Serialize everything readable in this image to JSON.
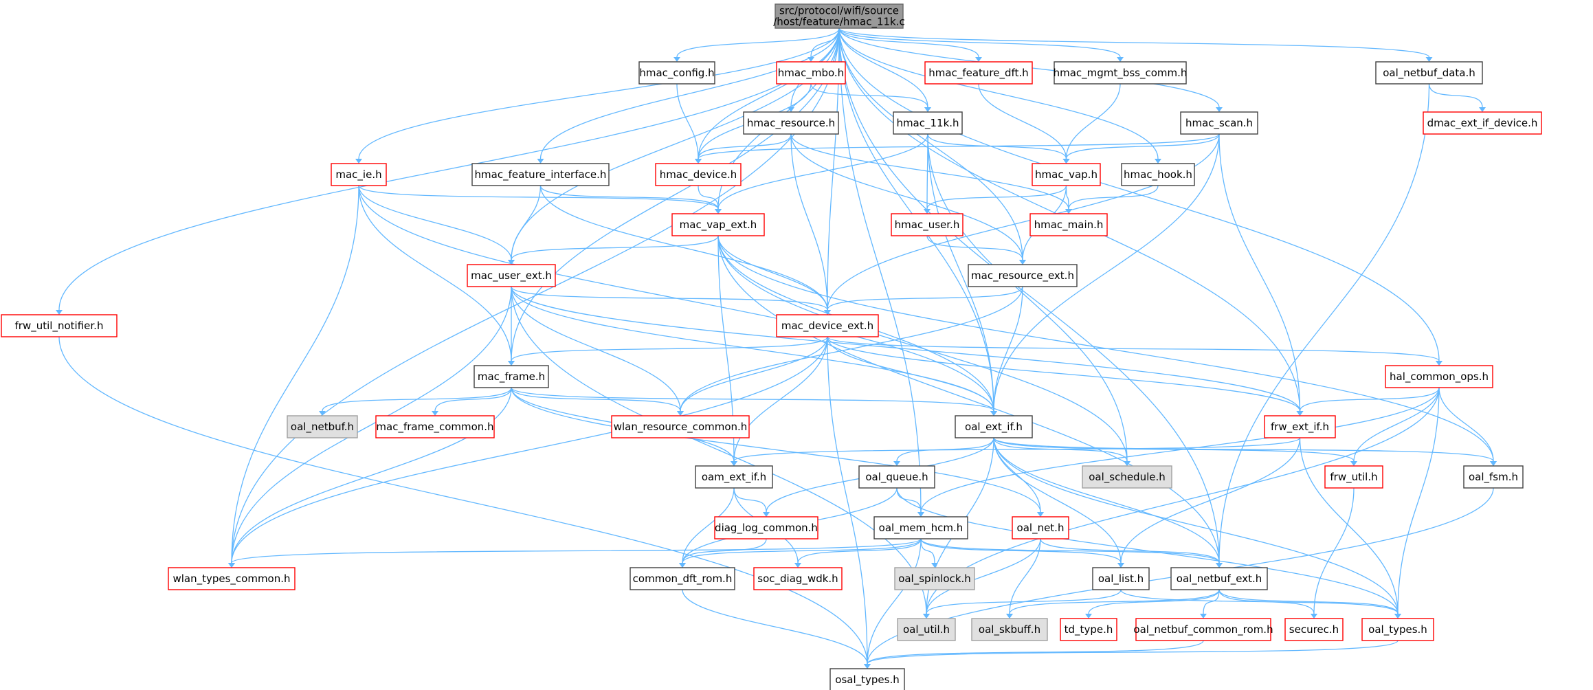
{
  "diagram": {
    "nodes": [
      {
        "id": "root",
        "lines": [
          "src/protocol/wifi/source",
          "/host/feature/hmac_11k.c"
        ],
        "style": "root"
      },
      {
        "id": "hmac_config",
        "lines": [
          "hmac_config.h"
        ],
        "style": "normal"
      },
      {
        "id": "hmac_mbo",
        "lines": [
          "hmac_mbo.h"
        ],
        "style": "red"
      },
      {
        "id": "hmac_feature_dft",
        "lines": [
          "hmac_feature_dft.h"
        ],
        "style": "red"
      },
      {
        "id": "hmac_mgmt_bss_comm",
        "lines": [
          "hmac_mgmt_bss_comm.h"
        ],
        "style": "normal"
      },
      {
        "id": "oal_netbuf_data",
        "lines": [
          "oal_netbuf_data.h"
        ],
        "style": "normal"
      },
      {
        "id": "dmac_ext_if_device",
        "lines": [
          "dmac_ext_if_device.h"
        ],
        "style": "red"
      },
      {
        "id": "hmac_resource",
        "lines": [
          "hmac_resource.h"
        ],
        "style": "normal"
      },
      {
        "id": "hmac_11k",
        "lines": [
          "hmac_11k.h"
        ],
        "style": "normal"
      },
      {
        "id": "hmac_scan",
        "lines": [
          "hmac_scan.h"
        ],
        "style": "normal"
      },
      {
        "id": "mac_ie",
        "lines": [
          "mac_ie.h"
        ],
        "style": "red"
      },
      {
        "id": "hmac_feature_interface",
        "lines": [
          "hmac_feature_interface.h"
        ],
        "style": "normal"
      },
      {
        "id": "hmac_device",
        "lines": [
          "hmac_device.h"
        ],
        "style": "red"
      },
      {
        "id": "hmac_vap",
        "lines": [
          "hmac_vap.h"
        ],
        "style": "red"
      },
      {
        "id": "hmac_hook",
        "lines": [
          "hmac_hook.h"
        ],
        "style": "normal"
      },
      {
        "id": "mac_vap_ext",
        "lines": [
          "mac_vap_ext.h"
        ],
        "style": "red"
      },
      {
        "id": "hmac_user",
        "lines": [
          "hmac_user.h"
        ],
        "style": "red"
      },
      {
        "id": "hmac_main",
        "lines": [
          "hmac_main.h"
        ],
        "style": "red"
      },
      {
        "id": "mac_user_ext",
        "lines": [
          "mac_user_ext.h"
        ],
        "style": "red"
      },
      {
        "id": "mac_resource_ext",
        "lines": [
          "mac_resource_ext.h"
        ],
        "style": "normal"
      },
      {
        "id": "frw_util_notifier",
        "lines": [
          "frw_util_notifier.h"
        ],
        "style": "red"
      },
      {
        "id": "mac_device_ext",
        "lines": [
          "mac_device_ext.h"
        ],
        "style": "red"
      },
      {
        "id": "mac_frame",
        "lines": [
          "mac_frame.h"
        ],
        "style": "normal"
      },
      {
        "id": "hal_common_ops",
        "lines": [
          "hal_common_ops.h"
        ],
        "style": "red"
      },
      {
        "id": "oal_netbuf",
        "lines": [
          "oal_netbuf.h"
        ],
        "style": "gray"
      },
      {
        "id": "mac_frame_common",
        "lines": [
          "mac_frame_common.h"
        ],
        "style": "red"
      },
      {
        "id": "wlan_resource_common",
        "lines": [
          "wlan_resource_common.h"
        ],
        "style": "red"
      },
      {
        "id": "oal_ext_if",
        "lines": [
          "oal_ext_if.h"
        ],
        "style": "normal"
      },
      {
        "id": "frw_ext_if",
        "lines": [
          "frw_ext_if.h"
        ],
        "style": "red"
      },
      {
        "id": "oam_ext_if",
        "lines": [
          "oam_ext_if.h"
        ],
        "style": "normal"
      },
      {
        "id": "oal_queue",
        "lines": [
          "oal_queue.h"
        ],
        "style": "normal"
      },
      {
        "id": "oal_schedule",
        "lines": [
          "oal_schedule.h"
        ],
        "style": "gray"
      },
      {
        "id": "frw_util",
        "lines": [
          "frw_util.h"
        ],
        "style": "red"
      },
      {
        "id": "oal_fsm",
        "lines": [
          "oal_fsm.h"
        ],
        "style": "normal"
      },
      {
        "id": "diag_log_common",
        "lines": [
          "diag_log_common.h"
        ],
        "style": "red"
      },
      {
        "id": "oal_mem_hcm",
        "lines": [
          "oal_mem_hcm.h"
        ],
        "style": "normal"
      },
      {
        "id": "oal_net",
        "lines": [
          "oal_net.h"
        ],
        "style": "red"
      },
      {
        "id": "wlan_types_common",
        "lines": [
          "wlan_types_common.h"
        ],
        "style": "red"
      },
      {
        "id": "common_dft_rom",
        "lines": [
          "common_dft_rom.h"
        ],
        "style": "normal"
      },
      {
        "id": "soc_diag_wdk",
        "lines": [
          "soc_diag_wdk.h"
        ],
        "style": "red"
      },
      {
        "id": "oal_spinlock",
        "lines": [
          "oal_spinlock.h"
        ],
        "style": "gray"
      },
      {
        "id": "oal_list",
        "lines": [
          "oal_list.h"
        ],
        "style": "normal"
      },
      {
        "id": "oal_netbuf_ext",
        "lines": [
          "oal_netbuf_ext.h"
        ],
        "style": "normal"
      },
      {
        "id": "oal_util",
        "lines": [
          "oal_util.h"
        ],
        "style": "gray"
      },
      {
        "id": "oal_skbuff",
        "lines": [
          "oal_skbuff.h"
        ],
        "style": "gray"
      },
      {
        "id": "td_type",
        "lines": [
          "td_type.h"
        ],
        "style": "red"
      },
      {
        "id": "oal_netbuf_common_rom",
        "lines": [
          "oal_netbuf_common_rom.h"
        ],
        "style": "red"
      },
      {
        "id": "securec",
        "lines": [
          "securec.h"
        ],
        "style": "red"
      },
      {
        "id": "oal_types",
        "lines": [
          "oal_types.h"
        ],
        "style": "red"
      },
      {
        "id": "osal_types",
        "lines": [
          "osal_types.h"
        ],
        "style": "normal"
      }
    ],
    "edges": [
      [
        "root",
        "hmac_config"
      ],
      [
        "root",
        "hmac_mbo"
      ],
      [
        "root",
        "hmac_feature_dft"
      ],
      [
        "root",
        "hmac_mgmt_bss_comm"
      ],
      [
        "root",
        "oal_netbuf_data"
      ],
      [
        "root",
        "hmac_resource"
      ],
      [
        "root",
        "hmac_11k"
      ],
      [
        "root",
        "hmac_scan"
      ],
      [
        "root",
        "mac_ie"
      ],
      [
        "root",
        "hmac_feature_interface"
      ],
      [
        "root",
        "hmac_device"
      ],
      [
        "root",
        "mac_vap_ext"
      ],
      [
        "root",
        "hmac_hook"
      ],
      [
        "root",
        "mac_user_ext"
      ],
      [
        "root",
        "mac_resource_ext"
      ],
      [
        "root",
        "frw_util_notifier"
      ],
      [
        "root",
        "mac_device_ext"
      ],
      [
        "root",
        "mac_frame"
      ],
      [
        "root",
        "hal_common_ops"
      ],
      [
        "root",
        "oal_ext_if"
      ],
      [
        "root",
        "frw_ext_if"
      ],
      [
        "root",
        "wlan_types_common"
      ],
      [
        "root",
        "oal_mem_hcm"
      ],
      [
        "root",
        "oal_netbuf_ext"
      ],
      [
        "hmac_config",
        "hmac_device"
      ],
      [
        "hmac_mbo",
        "hmac_device"
      ],
      [
        "hmac_mbo",
        "hmac_11k"
      ],
      [
        "hmac_feature_dft",
        "hmac_vap"
      ],
      [
        "hmac_mgmt_bss_comm",
        "hmac_vap"
      ],
      [
        "oal_netbuf_data",
        "dmac_ext_if_device"
      ],
      [
        "oal_netbuf_data",
        "oal_netbuf_ext"
      ],
      [
        "hmac_resource",
        "hmac_device"
      ],
      [
        "hmac_resource",
        "hmac_main"
      ],
      [
        "hmac_resource",
        "mac_resource_ext"
      ],
      [
        "hmac_resource",
        "mac_device_ext"
      ],
      [
        "hmac_11k",
        "hmac_vap"
      ],
      [
        "hmac_11k",
        "hmac_user"
      ],
      [
        "hmac_11k",
        "mac_vap_ext"
      ],
      [
        "hmac_11k",
        "oal_ext_if"
      ],
      [
        "hmac_11k",
        "oal_schedule"
      ],
      [
        "hmac_scan",
        "hmac_device"
      ],
      [
        "hmac_scan",
        "hmac_vap"
      ],
      [
        "hmac_scan",
        "mac_device_ext"
      ],
      [
        "hmac_scan",
        "oal_ext_if"
      ],
      [
        "hmac_scan",
        "frw_ext_if"
      ],
      [
        "mac_ie",
        "mac_vap_ext"
      ],
      [
        "mac_ie",
        "mac_user_ext"
      ],
      [
        "mac_ie",
        "mac_frame"
      ],
      [
        "mac_ie",
        "wlan_types_common"
      ],
      [
        "mac_ie",
        "oal_ext_if"
      ],
      [
        "hmac_feature_interface",
        "mac_vap_ext"
      ],
      [
        "hmac_feature_interface",
        "mac_user_ext"
      ],
      [
        "hmac_feature_interface",
        "mac_device_ext"
      ],
      [
        "hmac_device",
        "mac_vap_ext"
      ],
      [
        "hmac_vap",
        "hmac_main"
      ],
      [
        "hmac_vap",
        "hmac_user"
      ],
      [
        "hmac_vap",
        "mac_resource_ext"
      ],
      [
        "hmac_hook",
        "hmac_main"
      ],
      [
        "mac_vap_ext",
        "mac_user_ext"
      ],
      [
        "mac_vap_ext",
        "mac_device_ext"
      ],
      [
        "mac_vap_ext",
        "oal_fsm"
      ],
      [
        "mac_vap_ext",
        "oam_ext_if"
      ],
      [
        "mac_vap_ext",
        "oal_ext_if"
      ],
      [
        "mac_vap_ext",
        "oal_netbuf_ext"
      ],
      [
        "mac_vap_ext",
        "oal_schedule"
      ],
      [
        "hmac_user",
        "mac_resource_ext"
      ],
      [
        "mac_user_ext",
        "mac_device_ext"
      ],
      [
        "mac_user_ext",
        "mac_frame"
      ],
      [
        "mac_user_ext",
        "wlan_types_common"
      ],
      [
        "mac_user_ext",
        "wlan_resource_common"
      ],
      [
        "mac_user_ext",
        "oal_ext_if"
      ],
      [
        "mac_user_ext",
        "frw_ext_if"
      ],
      [
        "mac_user_ext",
        "oal_util"
      ],
      [
        "mac_resource_ext",
        "mac_device_ext"
      ],
      [
        "mac_resource_ext",
        "wlan_resource_common"
      ],
      [
        "mac_resource_ext",
        "oal_ext_if"
      ],
      [
        "frw_util_notifier",
        "osal_types"
      ],
      [
        "mac_device_ext",
        "mac_frame"
      ],
      [
        "mac_device_ext",
        "hal_common_ops"
      ],
      [
        "mac_device_ext",
        "frw_ext_if"
      ],
      [
        "mac_device_ext",
        "oal_ext_if"
      ],
      [
        "mac_device_ext",
        "wlan_resource_common"
      ],
      [
        "mac_device_ext",
        "oam_ext_if"
      ],
      [
        "mac_device_ext",
        "osal_types"
      ],
      [
        "mac_device_ext",
        "wlan_types_common"
      ],
      [
        "mac_frame",
        "oal_netbuf"
      ],
      [
        "mac_frame",
        "mac_frame_common"
      ],
      [
        "mac_frame",
        "wlan_resource_common"
      ],
      [
        "mac_frame",
        "oal_ext_if"
      ],
      [
        "mac_frame",
        "oam_ext_if"
      ],
      [
        "mac_frame",
        "wlan_types_common"
      ],
      [
        "mac_frame",
        "oal_net"
      ],
      [
        "hal_common_ops",
        "frw_ext_if"
      ],
      [
        "hal_common_ops",
        "oal_fsm"
      ],
      [
        "hal_common_ops",
        "frw_util"
      ],
      [
        "hal_common_ops",
        "oal_types"
      ],
      [
        "hal_common_ops",
        "oal_mem_hcm"
      ],
      [
        "hal_common_ops",
        "oal_util"
      ],
      [
        "oal_ext_if",
        "oal_queue"
      ],
      [
        "oal_ext_if",
        "oal_schedule"
      ],
      [
        "oal_ext_if",
        "frw_util"
      ],
      [
        "oal_ext_if",
        "oal_fsm"
      ],
      [
        "oal_ext_if",
        "diag_log_common"
      ],
      [
        "oal_ext_if",
        "oal_net"
      ],
      [
        "oal_ext_if",
        "oal_list"
      ],
      [
        "oal_ext_if",
        "oal_util"
      ],
      [
        "oal_ext_if",
        "oal_types"
      ],
      [
        "oal_ext_if",
        "oal_netbuf_ext"
      ],
      [
        "frw_ext_if",
        "oam_ext_if"
      ],
      [
        "frw_ext_if",
        "oal_list"
      ],
      [
        "frw_ext_if",
        "oal_types"
      ],
      [
        "oam_ext_if",
        "diag_log_common"
      ],
      [
        "oam_ext_if",
        "common_dft_rom"
      ],
      [
        "oam_ext_if",
        "soc_diag_wdk"
      ],
      [
        "oal_queue",
        "oal_mem_hcm"
      ],
      [
        "oal_queue",
        "oal_types"
      ],
      [
        "oal_queue",
        "common_dft_rom"
      ],
      [
        "frw_util",
        "securec"
      ],
      [
        "oal_fsm",
        "osal_types"
      ],
      [
        "diag_log_common",
        "common_dft_rom"
      ],
      [
        "oal_mem_hcm",
        "wlan_types_common"
      ],
      [
        "oal_mem_hcm",
        "common_dft_rom"
      ],
      [
        "oal_mem_hcm",
        "soc_diag_wdk"
      ],
      [
        "oal_mem_hcm",
        "oal_spinlock"
      ],
      [
        "oal_mem_hcm",
        "oal_list"
      ],
      [
        "oal_mem_hcm",
        "oal_netbuf_ext"
      ],
      [
        "oal_mem_hcm",
        "osal_types"
      ],
      [
        "oal_net",
        "oal_netbuf_ext"
      ],
      [
        "oal_net",
        "oal_util"
      ],
      [
        "oal_net",
        "oal_skbuff"
      ],
      [
        "common_dft_rom",
        "osal_types"
      ],
      [
        "oal_list",
        "oal_util"
      ],
      [
        "oal_list",
        "oal_types"
      ],
      [
        "oal_netbuf_ext",
        "oal_skbuff"
      ],
      [
        "oal_netbuf_ext",
        "td_type"
      ],
      [
        "oal_netbuf_ext",
        "oal_netbuf_common_rom"
      ],
      [
        "oal_netbuf_ext",
        "securec"
      ],
      [
        "oal_netbuf_ext",
        "oal_types"
      ],
      [
        "oal_netbuf_common_rom",
        "osal_types"
      ],
      [
        "oal_types",
        "osal_types"
      ]
    ]
  }
}
